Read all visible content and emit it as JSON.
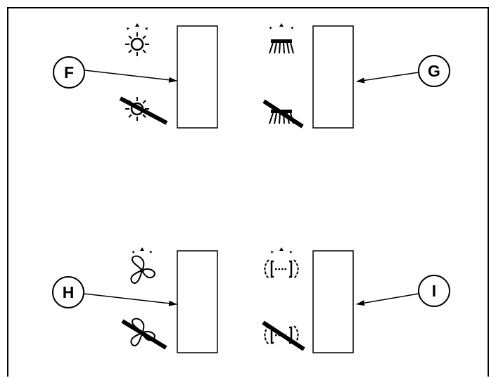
{
  "diagram": {
    "stroke_color": "#000000",
    "background": "#ffffff",
    "callouts": [
      {
        "id": "F",
        "label": "F",
        "points_to": "panel-f",
        "icons": [
          "light-on-icon",
          "light-off-icon"
        ]
      },
      {
        "id": "G",
        "label": "G",
        "points_to": "panel-g",
        "icons": [
          "brush-on-icon",
          "brush-off-icon"
        ]
      },
      {
        "id": "H",
        "label": "H",
        "points_to": "panel-h",
        "icons": [
          "fan-on-icon",
          "fan-off-icon"
        ]
      },
      {
        "id": "I",
        "label": "I",
        "points_to": "panel-i",
        "icons": [
          "heater-on-icon",
          "heater-off-icon"
        ]
      }
    ]
  }
}
